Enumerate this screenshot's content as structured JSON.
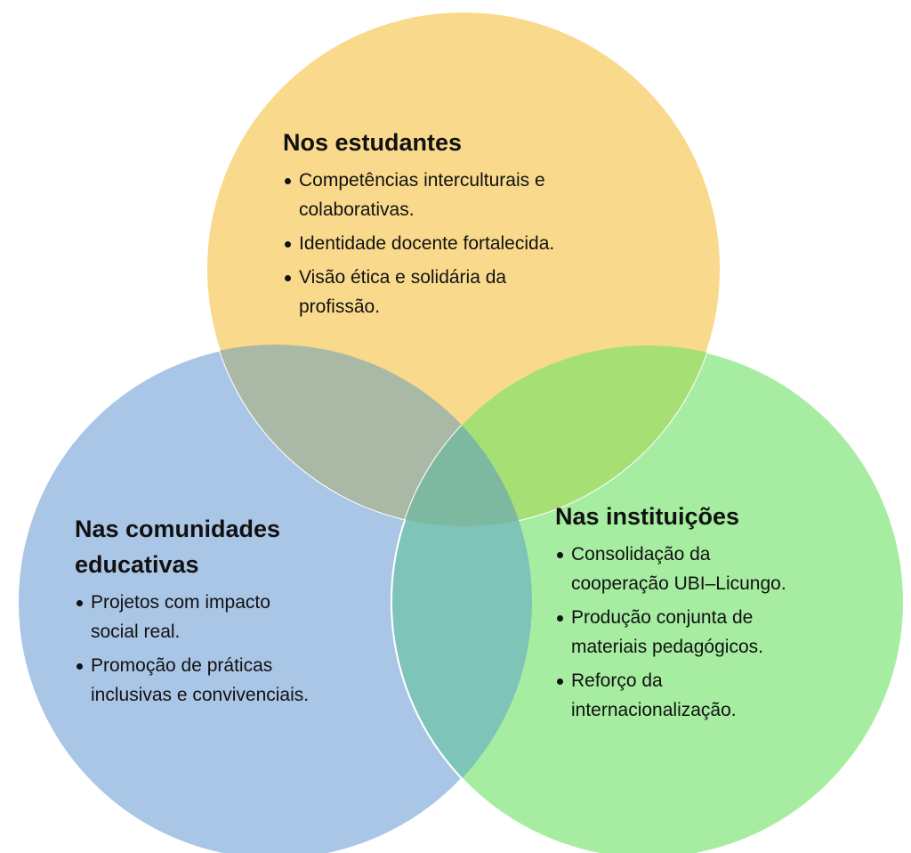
{
  "colors": {
    "top": "#F9D98C",
    "left": "#A9C6E6",
    "right": "#A6EDA2",
    "top_left": "#AAB8A6",
    "top_right": "#A6DF74",
    "left_right": "#7FC4B8",
    "center": "#7DB9A0"
  },
  "students": {
    "title": "Nos estudantes",
    "items": [
      "Competências interculturais e\ncolaborativas.",
      "Identidade docente fortalecida.",
      "Visão ética e solidária da\nprofissão."
    ]
  },
  "communities": {
    "title": "Nas comunidades\neducativas",
    "items": [
      "Projetos com impacto\nsocial real.",
      "Promoção de práticas\ninclusivas e convivenciais."
    ]
  },
  "institutions": {
    "title": "Nas instituições",
    "items": [
      "Consolidação da\ncooperação UBI–Licungo.",
      "Produção conjunta de\nmateriais pedagógicos.",
      "Reforço da\ninternacionalização."
    ]
  }
}
